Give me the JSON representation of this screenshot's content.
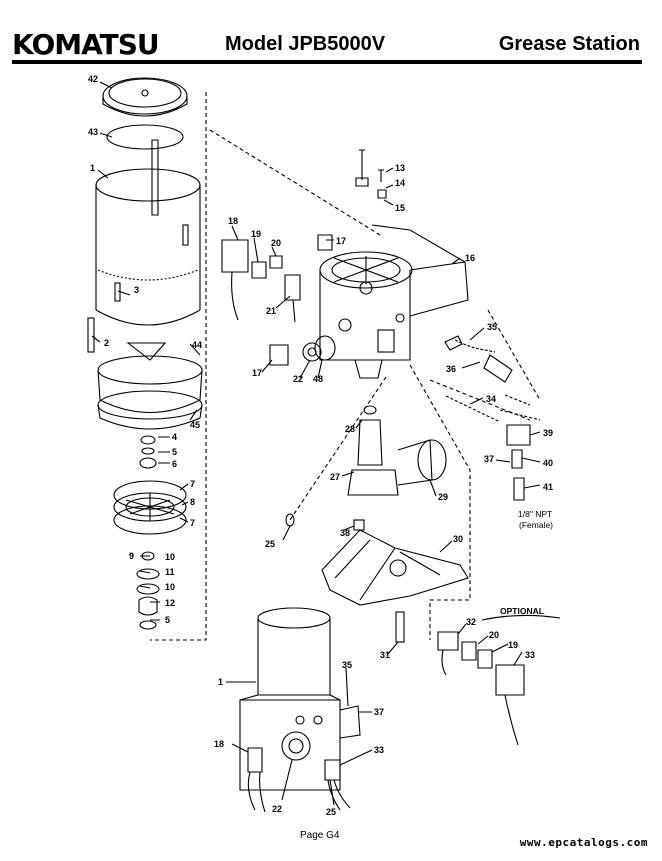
{
  "header": {
    "logo": "KOMATSU",
    "model": "Model JPB5000V",
    "section": "Grease Station"
  },
  "callouts": [
    "42",
    "43",
    "1",
    "3",
    "2",
    "44",
    "45",
    "4",
    "5",
    "6",
    "7",
    "8",
    "7",
    "9",
    "10",
    "11",
    "10",
    "12",
    "5",
    "13",
    "14",
    "15",
    "16",
    "17",
    "18",
    "19",
    "20",
    "21",
    "17",
    "22",
    "48",
    "35",
    "36",
    "34",
    "39",
    "40",
    "37",
    "41",
    "28",
    "27",
    "29",
    "38",
    "25",
    "30",
    "31",
    "32",
    "20",
    "19",
    "33",
    "1",
    "35",
    "37",
    "18",
    "33",
    "22",
    "25"
  ],
  "notes": {
    "npt_size": "1/8\" NPT",
    "npt_type": "(Female)",
    "optional": "OPTIONAL"
  },
  "footer": {
    "page": "Page G4",
    "website": "www.epcatalogs.com"
  }
}
